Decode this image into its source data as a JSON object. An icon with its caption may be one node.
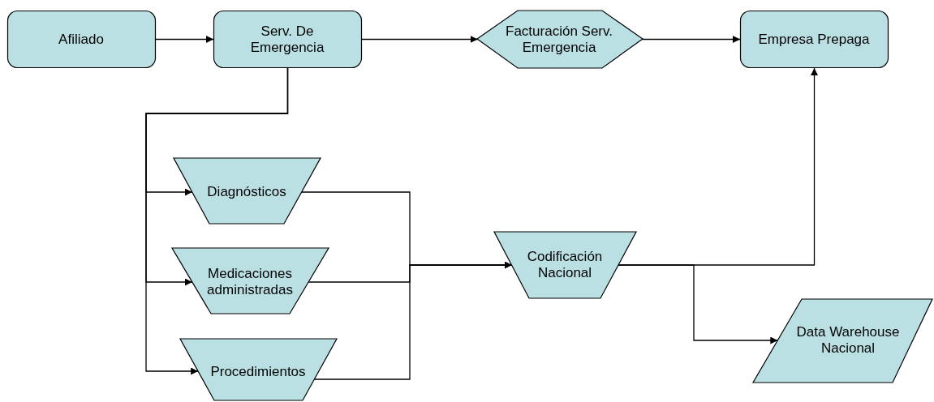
{
  "diagram": {
    "nodes": [
      {
        "text": [
          "Afiliado"
        ]
      },
      {
        "text": [
          "Serv. De Emergencia"
        ]
      },
      {
        "text": [
          "Facturación Serv. Emergencia"
        ]
      },
      {
        "text": [
          "Empresa Prepaga"
        ]
      },
      {
        "text": [
          "Diagnósticos"
        ]
      },
      {
        "text": [
          "Medicaciones administradas"
        ]
      },
      {
        "text": [
          "Procedimientos"
        ]
      },
      {
        "text": [
          "Codificación Nacional"
        ]
      },
      {
        "text": [
          "Data Warehouse Nacional"
        ]
      }
    ],
    "edges": [
      {
        "from": 0,
        "to": 1,
        "arrow": "to"
      },
      {
        "from": 1,
        "to": 2,
        "arrow": "to"
      },
      {
        "from": 2,
        "to": 3,
        "arrow": "to"
      },
      {
        "from": 1,
        "to": 4,
        "arrow": "to"
      },
      {
        "from": 1,
        "to": 5,
        "arrow": "to"
      },
      {
        "from": 1,
        "to": 6,
        "arrow": "to"
      },
      {
        "from": 4,
        "to": 7,
        "arrow": "to"
      },
      {
        "from": 5,
        "to": 7,
        "arrow": "to"
      },
      {
        "from": 6,
        "to": 7,
        "arrow": "to"
      },
      {
        "from": 7,
        "to": 3,
        "arrow": "to"
      },
      {
        "from": 7,
        "to": 8,
        "arrow": "to"
      }
    ]
  }
}
